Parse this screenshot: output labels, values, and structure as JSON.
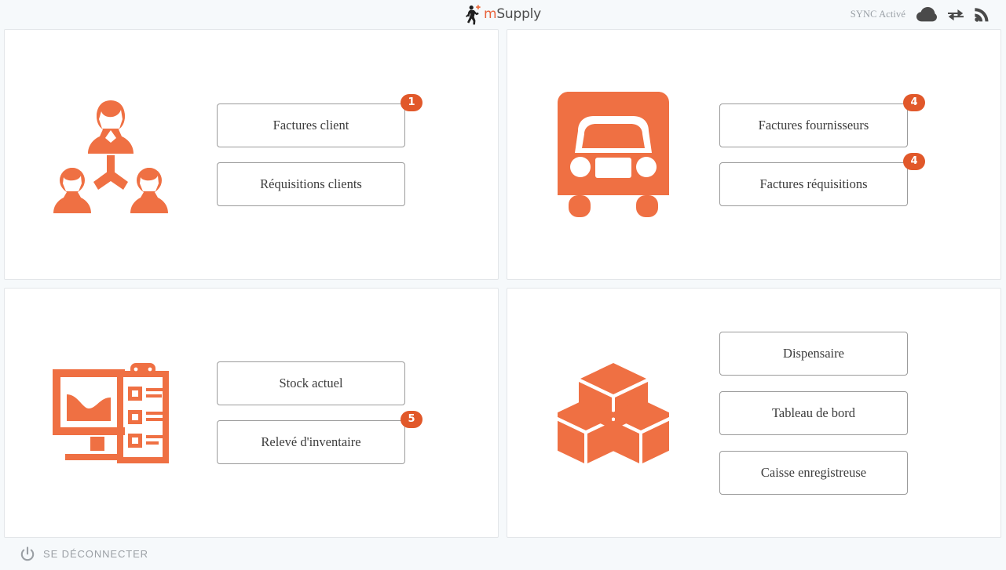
{
  "header": {
    "brand_m": "m",
    "brand_supply": "Supply",
    "brand_logo_icon": "running-man-medical-logo",
    "sync_status": "SYNC Activé",
    "icons": [
      {
        "name": "cloud-icon",
        "label": "cloud"
      },
      {
        "name": "sync-exchange-icon",
        "label": "exchange"
      },
      {
        "name": "rss-signal-icon",
        "label": "signal"
      }
    ]
  },
  "colors": {
    "accent_orange": "#ef7043",
    "badge_orange": "#e1582a",
    "page_background": "#f6f9fb",
    "card_background": "#ffffff",
    "card_border": "#e3e6e9",
    "button_border": "#9b9b9b",
    "button_text": "#3c3c3c",
    "muted_text": "#9a9fa4"
  },
  "cards": [
    {
      "name": "customers-card",
      "icon": "customers-group-icon",
      "buttons": [
        {
          "name": "customer-invoices-button",
          "label": "Factures client",
          "badge": "1"
        },
        {
          "name": "customer-requisitions-button",
          "label": "Réquisitions clients",
          "badge": null
        }
      ]
    },
    {
      "name": "suppliers-card",
      "icon": "delivery-truck-icon",
      "buttons": [
        {
          "name": "supplier-invoices-button",
          "label": "Factures fournisseurs",
          "badge": "4"
        },
        {
          "name": "supplier-requisitions-button",
          "label": "Factures réquisitions",
          "badge": "4"
        }
      ]
    },
    {
      "name": "stock-card",
      "icon": "monitor-clipboard-icon",
      "buttons": [
        {
          "name": "current-stock-button",
          "label": "Stock actuel",
          "badge": null
        },
        {
          "name": "stocktake-button",
          "label": "Relevé d'inventaire",
          "badge": "5"
        }
      ]
    },
    {
      "name": "modules-card",
      "icon": "stacked-cubes-icon",
      "buttons": [
        {
          "name": "dispensary-button",
          "label": "Dispensaire",
          "badge": null
        },
        {
          "name": "dashboard-button",
          "label": "Tableau de bord",
          "badge": null
        },
        {
          "name": "cash-register-button",
          "label": "Caisse enregistreuse",
          "badge": null
        }
      ]
    }
  ],
  "footer": {
    "logout_label": "SE DÉCONNECTER",
    "logout_icon": "power-icon"
  }
}
